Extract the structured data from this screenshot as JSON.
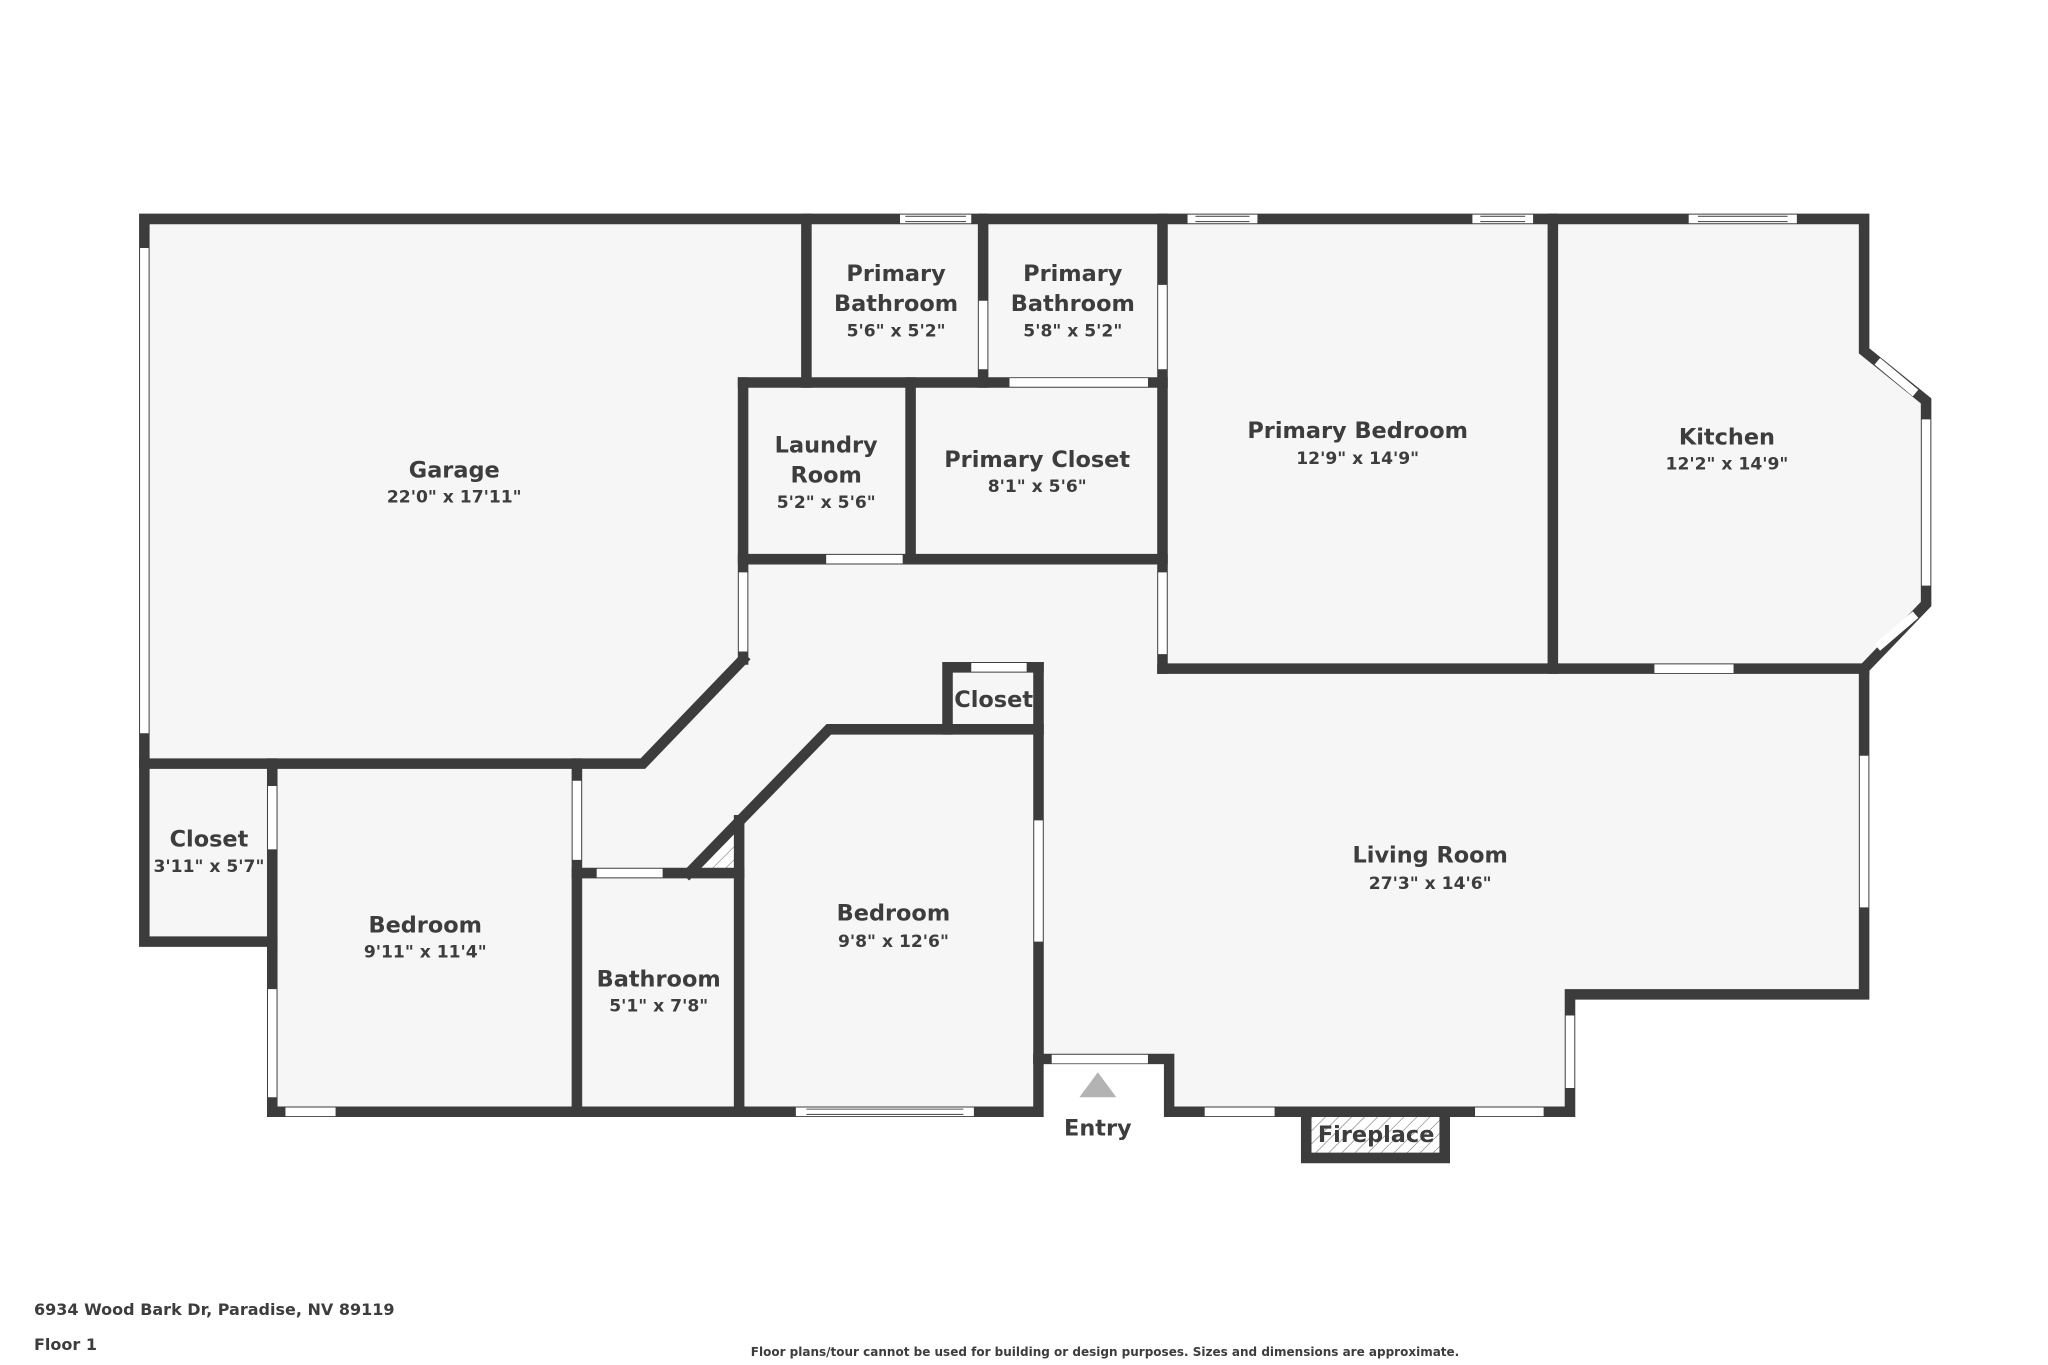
{
  "plan": {
    "floor_label": "Floor 1",
    "address": "6934 Wood Bark Dr, Paradise, NV 89119",
    "disclaimer": "Floor plans/tour cannot be used for building or design purposes. Sizes and dimensions are approximate.",
    "colors": {
      "wall": "#3c3c3c",
      "floor": "#f6f6f6",
      "text": "#3d3d3d",
      "entry_arrow": "#b3b3b3"
    }
  },
  "rooms": {
    "garage": {
      "name": "Garage",
      "dims": "22'0\" x 17'11\""
    },
    "primary_bath_1": {
      "name_line1": "Primary",
      "name_line2": "Bathroom",
      "dims": "5'6\" x 5'2\""
    },
    "primary_bath_2": {
      "name_line1": "Primary",
      "name_line2": "Bathroom",
      "dims": "5'8\" x 5'2\""
    },
    "laundry": {
      "name_line1": "Laundry",
      "name_line2": "Room",
      "dims": "5'2\" x 5'6\""
    },
    "primary_closet": {
      "name": "Primary Closet",
      "dims": "8'1\" x 5'6\""
    },
    "primary_bedroom": {
      "name": "Primary Bedroom",
      "dims": "12'9\" x 14'9\""
    },
    "kitchen": {
      "name": "Kitchen",
      "dims": "12'2\" x 14'9\""
    },
    "closet_small": {
      "name": "Closet"
    },
    "closet_left": {
      "name": "Closet",
      "dims": "3'11\" x 5'7\""
    },
    "bedroom_1": {
      "name": "Bedroom",
      "dims": "9'11\" x 11'4\""
    },
    "bathroom": {
      "name": "Bathroom",
      "dims": "5'1\" x 7'8\""
    },
    "bedroom_2": {
      "name": "Bedroom",
      "dims": "9'8\" x 12'6\""
    },
    "living_room": {
      "name": "Living Room",
      "dims": "27'3\" x 14'6\""
    },
    "entry": {
      "name": "Entry"
    },
    "fireplace": {
      "name": "Fireplace"
    }
  }
}
